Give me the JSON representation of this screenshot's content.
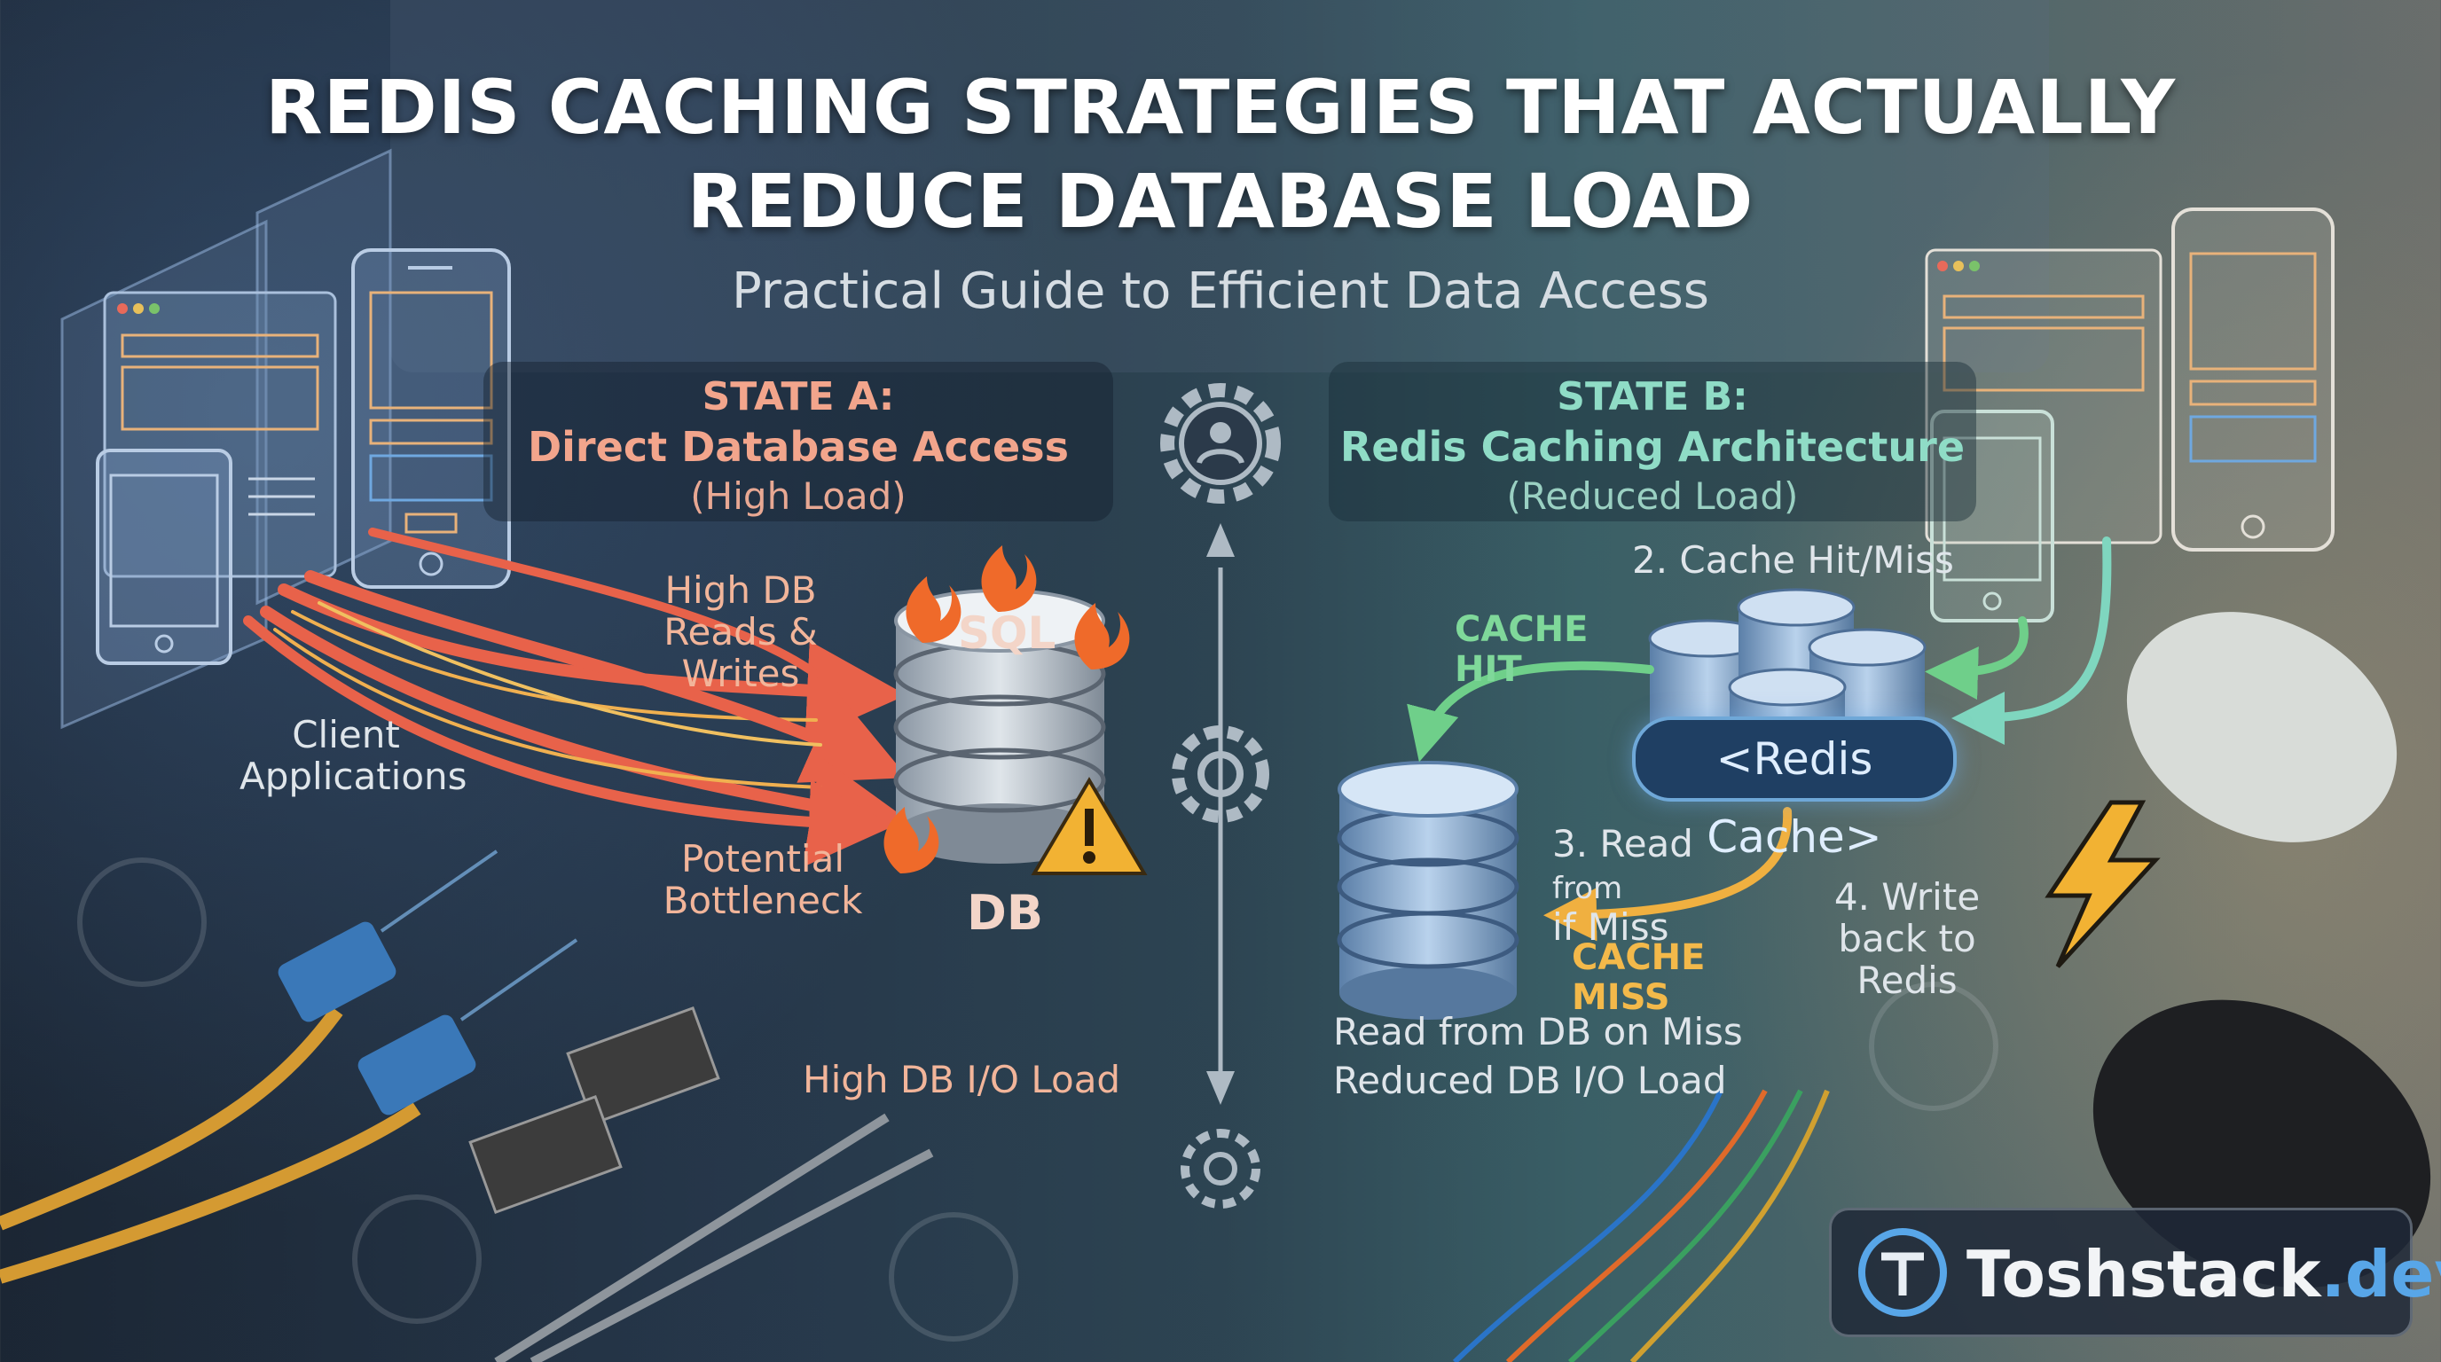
{
  "title": {
    "line1": "REDIS CACHING STRATEGIES THAT ACTUALLY",
    "line2": "REDUCE DATABASE LOAD"
  },
  "subtitle": "Practical Guide to Efficient Data Access",
  "state_a": {
    "heading": "STATE A:",
    "name": "Direct Database Access",
    "load": "(High Load)",
    "clients_label": "Client Applications",
    "reads_writes_label": "High DB Reads & Writes",
    "bottleneck_label": "Potential Bottleneck",
    "db_badge": "SQL",
    "db_label": "DB",
    "io_label": "High DB I/O Load"
  },
  "state_b": {
    "heading": "STATE B:",
    "name": "Redis Caching Architecture",
    "load": "(Reduced Load)",
    "step2": "2. Cache Hit/Miss",
    "cache_hit": "CACHE HIT",
    "redis_label": "<Redis Cache>",
    "step3_a": "3. Read",
    "step3_from": "from",
    "step3_b": "if Miss",
    "step4": "4. Write back to Redis",
    "cache_miss": "CACHE MISS",
    "read_from_db": "Read from DB on Miss",
    "reduced_io": "Reduced DB I/O Load"
  },
  "brand": {
    "name": "Toshstack",
    "tld": ".dev"
  },
  "colors": {
    "arrow_red": "#e8624a",
    "arrow_amber": "#f0b040",
    "arrow_green": "#6fcf8a",
    "arrow_teal": "#6fd0b8",
    "brand_blue": "#58a6e8"
  }
}
